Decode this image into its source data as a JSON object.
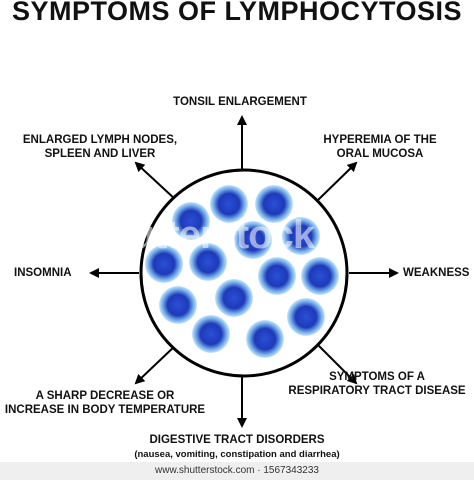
{
  "title": "SYMPTOMS OF LYMPHOCYTOSIS",
  "symptoms": {
    "top": "TONSIL ENLARGEMENT",
    "top_left": [
      "ENLARGED LYMPH NODES,",
      "SPLEEN AND LIVER"
    ],
    "top_right": [
      "HYPEREMIA OF THE",
      "ORAL MUCOSA"
    ],
    "left": "INSOMNIA",
    "right": "WEAKNESS",
    "bottom_left": [
      "A SHARP DECREASE OR",
      "INCREASE IN BODY TEMPERATURE"
    ],
    "bottom_right": [
      "SYMPTOMS OF A",
      "RESPIRATORY TRACT DISEASE"
    ],
    "bottom": "DIGESTIVE TRACT DISORDERS",
    "bottom_detail": "(nausea, vomiting, constipation and diarrhea)"
  },
  "watermark": "shutterstock",
  "footer": "www.shutterstock.com · 1567343233",
  "colors": {
    "cell_core": "#1f3fbf",
    "cell_halo": "#9ed0f2",
    "circle_stroke": "#000000"
  }
}
